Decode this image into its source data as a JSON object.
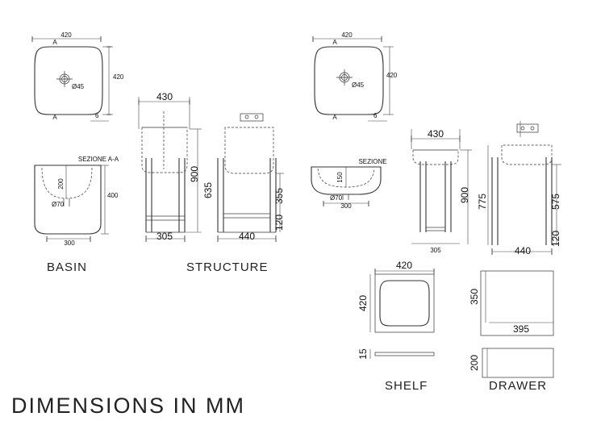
{
  "page_title": "DIMENSIONS IN MM",
  "captions": {
    "basin": "BASIN",
    "structure": "STRUCTURE",
    "shelf": "SHELF",
    "drawer": "DRAWER"
  },
  "left_set": {
    "basin_top": {
      "width": "420",
      "depth": "420",
      "waste": "Ø45",
      "section_mark": "A",
      "offset": "6"
    },
    "basin_section": {
      "label": "SEZIONE A-A",
      "depth": "200",
      "height": "400",
      "waste": "Ø70",
      "width": "300"
    },
    "structure_front": {
      "top": "430",
      "height": "900",
      "height_lower": "635",
      "base": "305"
    },
    "structure_side": {
      "height": "355",
      "bottom": "120",
      "base": "440"
    }
  },
  "right_set": {
    "basin_top": {
      "width": "420",
      "depth": "420",
      "waste": "Ø45",
      "section_mark": "A",
      "offset": "6"
    },
    "basin_section": {
      "label": "SEZIONE",
      "depth": "150",
      "waste": "Ø70",
      "width": "300"
    },
    "structure_front": {
      "top": "430",
      "height": "900",
      "base": "305"
    },
    "structure_side": {
      "height_total": "775",
      "height": "575",
      "bottom": "120",
      "base": "440"
    }
  },
  "shelf": {
    "width": "420",
    "depth": "420",
    "thickness": "15"
  },
  "drawer": {
    "height": "350",
    "width": "395",
    "side_height": "200"
  }
}
